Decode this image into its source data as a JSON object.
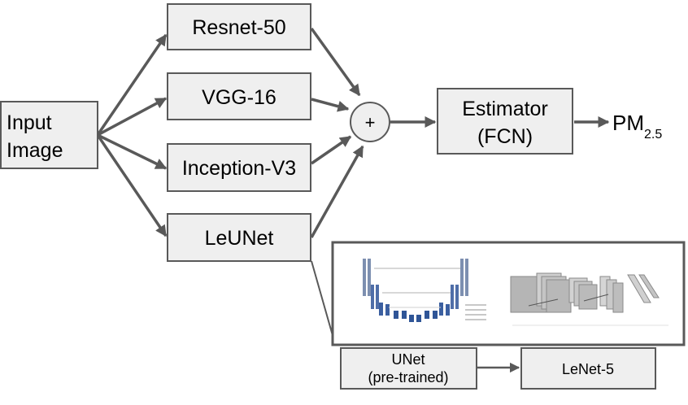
{
  "nodes": {
    "input": {
      "line1": "Input",
      "line2": "Image"
    },
    "resnet": {
      "label": "Resnet-50"
    },
    "vgg": {
      "label": "VGG-16"
    },
    "inception": {
      "label": "Inception-V3"
    },
    "leunet": {
      "label": "LeUNet"
    },
    "sum": {
      "symbol": "+"
    },
    "estimator": {
      "line1": "Estimator",
      "line2": "(FCN)"
    },
    "output": {
      "main": "PM",
      "sub": "2.5"
    }
  },
  "detail": {
    "unet": {
      "line1": "UNet",
      "line2": "(pre-trained)"
    },
    "lenet": {
      "label": "LeNet-5"
    }
  },
  "colors": {
    "box_fill": "#efefef",
    "stroke": "#595959"
  }
}
